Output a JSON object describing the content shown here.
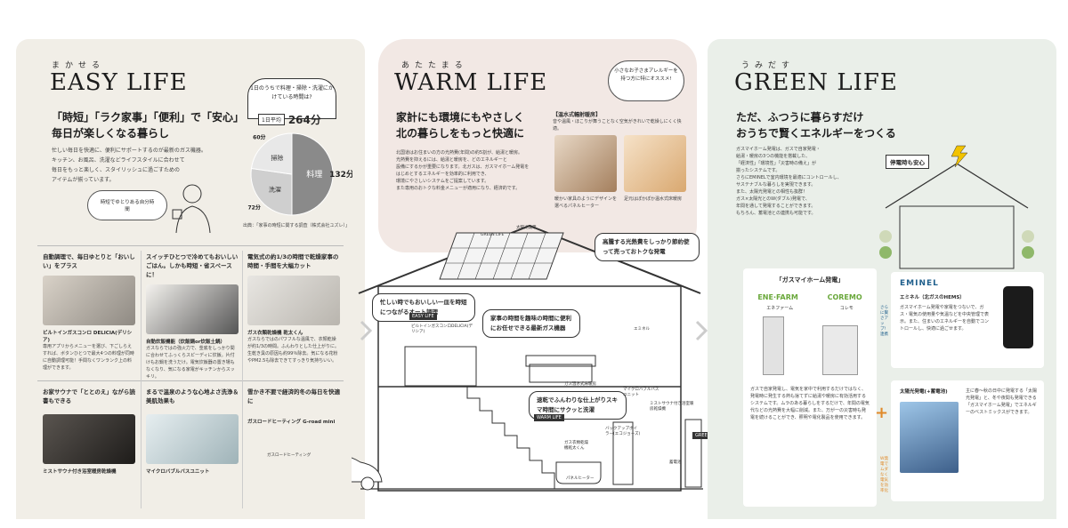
{
  "easy": {
    "kana": "まかせる",
    "title": "EASY LIFE",
    "headline1": "「時短」「ラク家事」「便利」で「安心」",
    "headline2": "毎日が楽しくなる暮らし",
    "body": [
      "忙しい毎日を快適に、便利にサポートするのが最新のガス機器。",
      "キッチン、お風呂、洗濯などライフスタイルに合わせて",
      "毎日をもっと楽しく、スタイリッシュに過ごすための",
      "アイテムが揃っています。"
    ],
    "bubble_note": "時短でゆとりある自分時間",
    "chart_question": "1日のうちで料理・掃除・洗濯にかけている時間は?",
    "daily_avg_label": "1日平均",
    "daily_avg_value": "264分",
    "source": "出典：「家事の時短に関する調査（株式会社ユズレ）」",
    "cells": [
      {
        "title": "自動調理で、毎日ゆとりと「おいしい」をプラス",
        "caption": "ビルトインガスコンロ DELICIA(デリシア)",
        "body": "専用アプリからメニューを選び、下ごしらえすれば、ボタンひとつで最大4つの料理が同時に自動調理可能！手間なくワンランク上の料理ができます。"
      },
      {
        "title": "スイッチひとつで冷めてもおいしいごはん。しかも時短・省スペースに！",
        "caption": "自動炊飯機能（炊飯鍋or炊飯土鍋）",
        "body": "ガスならではの強火力で、釜底をしっかり間に合わせてふっくらスピーディに炊飯。片付けもお鍋を洗うだけ。電気炊飯器の置き場もなくなり、気になる家電がキッチンからスッキリ。"
      },
      {
        "title": "電気式の約1/3の時間で乾燥家事の時間・手間を大幅カット",
        "caption": "ガス衣類乾燥機 乾太くん",
        "body": "ガスならではのパワフルな温風で、衣類乾燥が約1/3の時間。ふんわりとした仕上がりに。生乾き臭の原因も約99％除去。気になる花粉やPM2.5も除去できてすっきり気持ちいい。"
      },
      {
        "title": "お家サウナで「ととのえ」ながら読書もできる",
        "caption": "ミストサウナ付き浴室暖房乾燥機"
      },
      {
        "title": "まるで温泉のような心地よさ洗浄＆美肌効果も",
        "caption": "マイクロバブルバスユニット"
      },
      {
        "title": "雪かき不要で経済的冬の毎日を快適に",
        "caption": "ガスロードヒーティング G-road mini"
      }
    ]
  },
  "pie": {
    "segments": [
      {
        "label": "料理",
        "minutes": 132,
        "value_text": "132分",
        "color": "#8a8a8a"
      },
      {
        "label": "洗濯",
        "minutes": 72,
        "value_text": "72分",
        "color": "#cfcfcf"
      },
      {
        "label": "掃除",
        "minutes": 60,
        "value_text": "60分",
        "color": "#e8e8e8"
      }
    ]
  },
  "warm": {
    "kana": "あたたまる",
    "title": "WARM LIFE",
    "headline1": "家計にも環境にもやさしく",
    "headline2": "北の暮らしをもっと快適に",
    "body": [
      "北国道はお住まいの方の光熱費(年間)の約5割が、給湯と暖房。",
      "光熱費を抑えるには、給湯と暖房を、どのエネルギーと",
      "設備にするかが重要になります。北ガスは、ガスマイホーム発電を",
      "はじめとするエネルギーを効率的に利用でき、",
      "環境にやさしいシステムをご提案しています。",
      "また専用のおトクな料金メニューが適用になり、経済的です。"
    ],
    "bubble_note": "小さなお子さまアレルギーを持つ方に特にオススメ!",
    "heating_title": "【温水式輻射暖房】",
    "heating_desc": "音や温風・ほこりが舞うことなく空気がきれいで乾燥しにくく快適。",
    "photo1_caption": "暖かい家具のようにデザインを選べるパネルヒーター",
    "photo2_caption": "足元はぽかぽか温水式床暖房"
  },
  "green": {
    "kana": "うみだす",
    "title": "GREEN LIFE",
    "headline1": "ただ、ふつうに暮らすだけ",
    "headline2": "おうちで賢くエネルギーをつくる",
    "body": [
      "ガスマイホーム発電は、ガスで自家発電・",
      "給湯・暖房の3つの機能を搭載した、",
      "「経済性」「環境性」「災害時の備え」が",
      "揃ったシステムです。",
      "さらにEMINELで室内環境を最適にコントロールし、",
      "サステナブルな暮らしを実現できます。",
      "また、太陽光発電との相性も抜群！",
      "ガス×太陽光とのW(ダブル)発電で、",
      "年間を通して発電することができます。",
      "もちろん、蓄電池との連携も可能です。"
    ],
    "outage_label": "停電時も安心",
    "home_power_title": "「ガスマイホーム発電」",
    "enefarm_label": "エネファーム",
    "coremo_label": "コレモ",
    "home_power_desc": "ガスで自家発電し、電気を家中で利用するだけではなく、発電時に発生する熱も捨てずに給湯や暖房に有効活用するシステムです。ムラのある暮らしをするだけで、年間の電気代などの光熱費を大幅に削減。また、万が一の災害時も発電を続けることができ、照明や電化製品を使用できます。",
    "eminel_logo": "EMINEL",
    "eminel_title": "エミネル（北ガスのHEMS）",
    "eminel_desc": "ガスマイホーム発電や家電をつないで、ガス・電気の使用量や気温などを中央管理で表示。また、住まいのエネルギーを自動でコントロールし、快適に過ごせます。",
    "eminel_side": "さらに賢さアップ!連携",
    "solar_title": "太陽光発電(+蓄電池)",
    "solar_desc": "主に春〜秋の日中に発電する「太陽光発電」と、冬や夜間も発電できる「ガスマイホーム発電」でエネルギーのベストミックスができます。",
    "solar_side": "W発電でムダなく電気を効率化"
  },
  "house": {
    "labels": {
      "solar": "太陽光発電",
      "gl_top": "GREEN LIFE",
      "bubble_roof": "高騰する光熱費をしっかり節約使って売っておトクな発電",
      "bubble_kitchen": "忙しい時でもおいしい一皿を時短につながるオート調理",
      "bubble_dryer": "家事の時間を趣味の時間に便利にお任せできる最新ガス機器",
      "bubble_wash": "速乾でふんわりな仕上がりスキマ時間にサクッと洗濯",
      "konro": "ビルトインガスコンロDELICIA(デリシア)",
      "eminel": "エミネル",
      "floor": "ガス温水式床暖房",
      "bubble_unit": "マイクロバブルバスユニット",
      "mist": "ミストサウナ付き浴室暖房乾燥機",
      "backup": "バックアップボイラー(エコジョーズ)",
      "kanta": "ガス衣類乾燥機乾太くん",
      "panel": "パネルヒーター",
      "battery": "蓄電池",
      "ghome": "ガスマイホーム発電",
      "road": "ガスロードヒーティング",
      "easy": "EASY LIFE",
      "warm": "WARM LIFE",
      "green": "GREEN LIFE"
    }
  }
}
